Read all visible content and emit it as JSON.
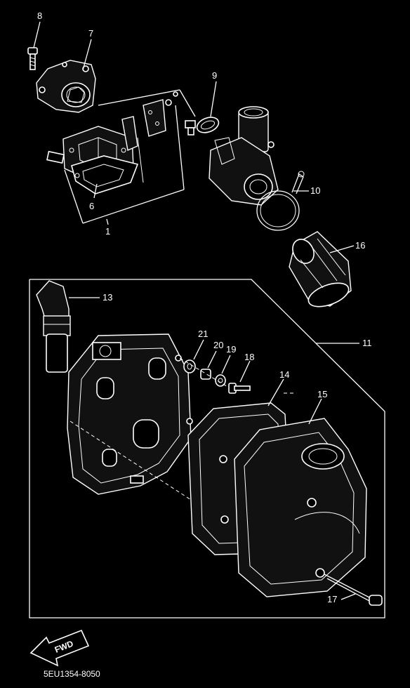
{
  "callouts": [
    "8",
    "7",
    "9",
    "10",
    "16",
    "6",
    "1",
    "13",
    "11",
    "21",
    "20",
    "19",
    "18",
    "14",
    "15",
    "17"
  ],
  "fwd_label": "FWD",
  "diagram_code": "5EU1354-8050",
  "colors": {
    "background": "#000000",
    "line": "#ffffff"
  }
}
